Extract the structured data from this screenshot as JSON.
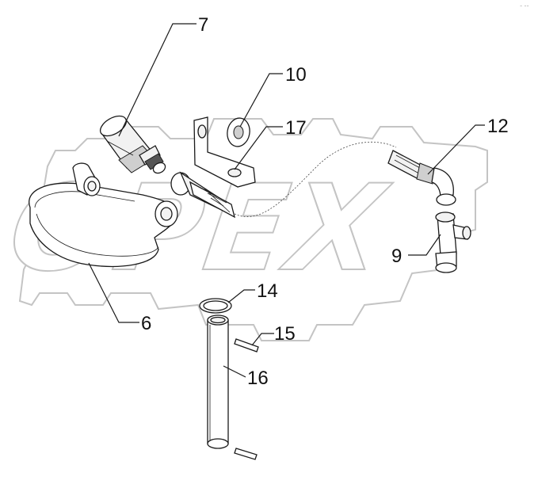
{
  "watermark": {
    "text": "OPEX"
  },
  "corner_mark": "ᐨ ᐨᐨ",
  "callouts": [
    {
      "id": "7",
      "text": "7"
    },
    {
      "id": "10",
      "text": "10"
    },
    {
      "id": "17",
      "text": "17"
    },
    {
      "id": "12",
      "text": "12"
    },
    {
      "id": "9",
      "text": "9"
    },
    {
      "id": "6",
      "text": "6"
    },
    {
      "id": "14",
      "text": "14"
    },
    {
      "id": "15",
      "text": "15"
    },
    {
      "id": "16",
      "text": "16"
    }
  ],
  "colors": {
    "line": "#1a1a1a",
    "watermark_outline": "#c4c4c4",
    "background": "#ffffff"
  }
}
